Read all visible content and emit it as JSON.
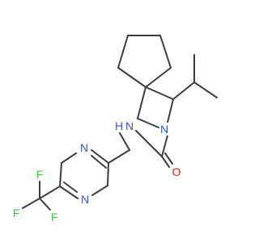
{
  "colors": {
    "bond": "#3c3c3c",
    "nitrogen": "#3050f8",
    "oxygen": "#ff0d0d",
    "fluorine": "#33cc33",
    "background": "#ffffff"
  },
  "atoms": {
    "n_ring": {
      "symbol": "N",
      "element": "nitrogen"
    },
    "n_amide": {
      "symbol": "N",
      "element": "nitrogen"
    },
    "h_amide": {
      "symbol": "H",
      "element": "nitrogen"
    },
    "o_carbonyl": {
      "symbol": "O",
      "element": "oxygen"
    },
    "n_pyr_top": {
      "symbol": "N",
      "element": "nitrogen"
    },
    "n_pyr_bottom": {
      "symbol": "N",
      "element": "nitrogen"
    },
    "f_top": {
      "symbol": "F",
      "element": "fluorine"
    },
    "f_left": {
      "symbol": "F",
      "element": "fluorine"
    },
    "f_right": {
      "symbol": "F",
      "element": "fluorine"
    }
  }
}
